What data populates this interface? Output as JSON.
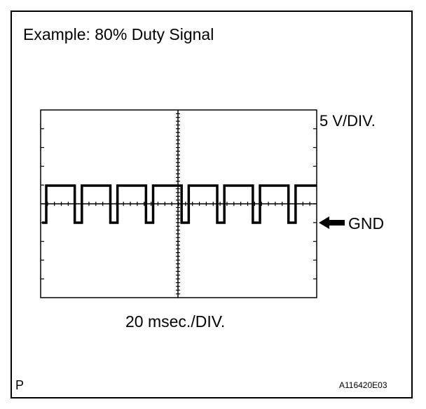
{
  "title": "Example: 80% Duty Signal",
  "scope": {
    "vertical_scale_label": "5 V/DIV.",
    "ground_label": "GND",
    "horizontal_scale_label": "20 msec./DIV.",
    "duty_cycle_percent": 80,
    "pulse_cycles_visible": 8
  },
  "footer": {
    "corner_mark": "P",
    "figure_id": "A116420E03"
  }
}
